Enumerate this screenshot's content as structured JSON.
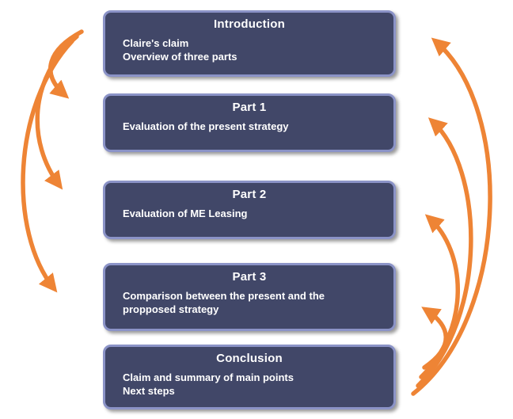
{
  "diagram": {
    "boxes": [
      {
        "id": "introduction",
        "title": "Introduction",
        "lines": [
          "Claire's claim",
          "Overview of three parts"
        ]
      },
      {
        "id": "part-1",
        "title": "Part 1",
        "lines": [
          "Evaluation of the present strategy"
        ]
      },
      {
        "id": "part-2",
        "title": "Part 2",
        "lines": [
          "Evaluation of ME Leasing"
        ]
      },
      {
        "id": "part-3",
        "title": "Part 3",
        "lines": [
          "Comparison between the present and the",
          "propposed strategy"
        ]
      },
      {
        "id": "conclusion",
        "title": "Conclusion",
        "lines": [
          "Claim and summary of main points",
          "Next steps"
        ]
      }
    ],
    "arrows": {
      "color": "#ee8435",
      "left_side": [
        {
          "from": "Introduction",
          "to": "Part 1",
          "direction": "down"
        },
        {
          "from": "Introduction",
          "to": "Part 2",
          "direction": "down"
        },
        {
          "from": "Introduction",
          "to": "Part 3",
          "direction": "down"
        }
      ],
      "right_side": [
        {
          "from": "Conclusion",
          "to": "Introduction",
          "direction": "up"
        },
        {
          "from": "Conclusion",
          "to": "Part 1",
          "direction": "up"
        },
        {
          "from": "Conclusion",
          "to": "Part 2",
          "direction": "up"
        },
        {
          "from": "Conclusion",
          "to": "Part 3",
          "direction": "up"
        }
      ]
    },
    "colors": {
      "box_fill": "#414768",
      "box_border": "#8b93c7",
      "text": "#ffffff",
      "arrow": "#ee8435",
      "background": "#ffffff"
    }
  }
}
